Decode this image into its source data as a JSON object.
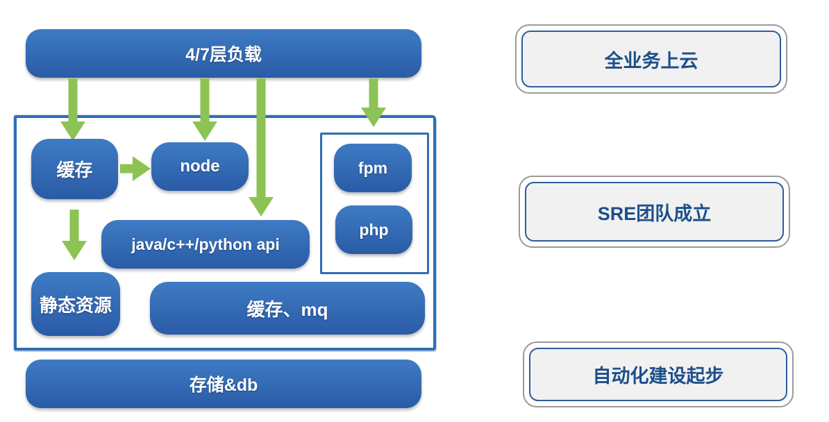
{
  "architecture": {
    "load_balancer": "4/7层负载",
    "cache": "缓存",
    "node": "node",
    "fpm": "fpm",
    "php": "php",
    "api": "java/c++/python api",
    "static_resources": "静态资源",
    "cache_mq": "缓存、mq",
    "storage_db": "存储&db"
  },
  "milestones": {
    "cloud": "全业务上云",
    "sre": "SRE团队成立",
    "automation": "自动化建设起步"
  },
  "colors": {
    "box_blue_light": "#3e7bc4",
    "box_blue_dark": "#2a5ba6",
    "arrow_green": "#8dc255",
    "frame_blue": "#2e6db4",
    "milestone_text": "#1d4e89",
    "milestone_fill": "#f1f1f2",
    "milestone_outer_border": "#9a9a9a"
  }
}
